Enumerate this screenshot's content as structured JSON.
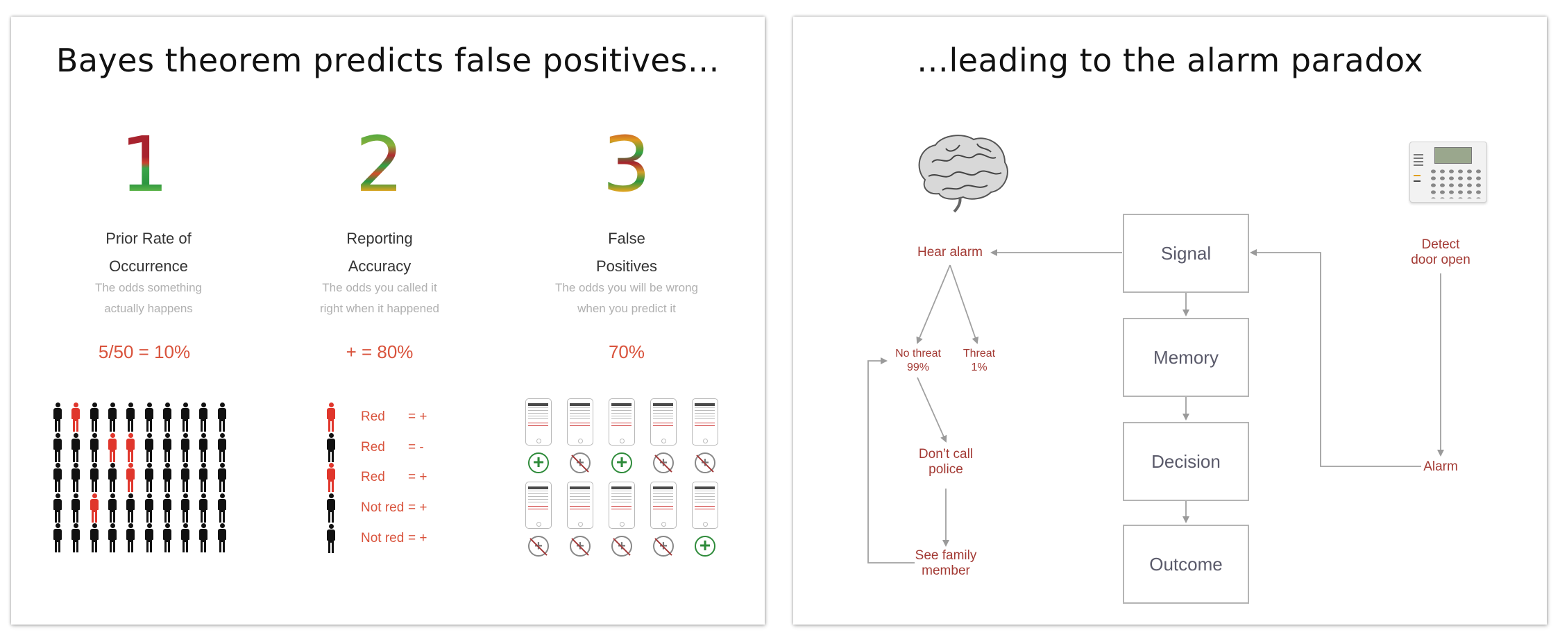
{
  "left_slide": {
    "title": "Bayes theorem predicts false positives…",
    "columns": [
      {
        "number": "1",
        "head": [
          "Prior Rate of",
          "Occurrence"
        ],
        "desc": [
          "The odds something",
          "actually happens"
        ],
        "stat": "5/50 = 10%"
      },
      {
        "number": "2",
        "head": [
          "Reporting",
          "Accuracy"
        ],
        "desc": [
          "The odds you called it",
          "right when it happened"
        ],
        "stat": "+ = 80%"
      },
      {
        "number": "3",
        "head": [
          "False",
          "Positives"
        ],
        "desc": [
          "The odds you will be wrong",
          "when you predict it"
        ],
        "stat": "70%"
      }
    ],
    "population_red": [
      1,
      13,
      14,
      24,
      32
    ],
    "legend": [
      {
        "label": "Red",
        "result": "= +",
        "red_person": true
      },
      {
        "label": "Red",
        "result": "= -",
        "red_person": false
      },
      {
        "label": "Red",
        "result": "= +",
        "red_person": true
      },
      {
        "label": "Not red",
        "result": "= +",
        "red_person": false
      },
      {
        "label": "Not red",
        "result": "= +",
        "red_person": false
      }
    ],
    "predictions": [
      "plus",
      "no",
      "plus",
      "no",
      "no",
      "no",
      "no",
      "no",
      "no",
      "plus"
    ],
    "colors": {
      "red": "#e0362c",
      "black": "#111111",
      "accent": "#d9533c",
      "green": "#2e8b3a"
    }
  },
  "right_slide": {
    "title": "…leading to the alarm paradox",
    "boxes": [
      "Signal",
      "Memory",
      "Decision",
      "Outcome"
    ],
    "hear_alarm": "Hear alarm",
    "no_threat": [
      "No threat",
      "99%"
    ],
    "threat": [
      "Threat",
      "1%"
    ],
    "dont_call": [
      "Don’t call",
      "police"
    ],
    "see_family": [
      "See family",
      "member"
    ],
    "detect": [
      "Detect",
      "door open"
    ],
    "alarm": "Alarm",
    "icons": [
      "brain-icon",
      "alarm-keypad-icon"
    ]
  }
}
